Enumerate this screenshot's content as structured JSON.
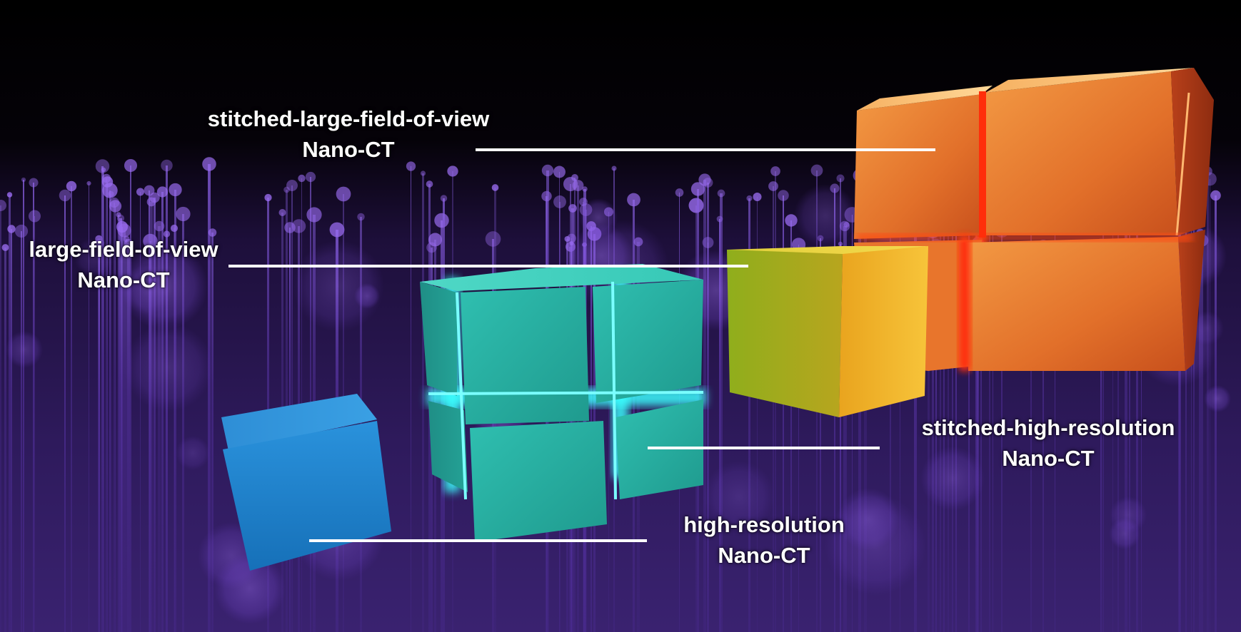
{
  "labels": {
    "stitched_large_fov": {
      "line1": "stitched-large-field-of-view",
      "line2": "Nano-CT"
    },
    "large_fov": {
      "line1": "large-field-of-view",
      "line2": "Nano-CT"
    },
    "stitched_high_res": {
      "line1": "stitched-high-resolution",
      "line2": "Nano-CT"
    },
    "high_res": {
      "line1": "high-resolution",
      "line2": "Nano-CT"
    }
  },
  "colors": {
    "background_top": "#000000",
    "glow_purple": "#7b4fd6",
    "orange_cube": "#e8702a",
    "yellow_cube": "#e6b21e",
    "cyan_cube": "#2cc9b8",
    "blue_cube": "#1e82cc",
    "leader_line": "#ffffff"
  }
}
